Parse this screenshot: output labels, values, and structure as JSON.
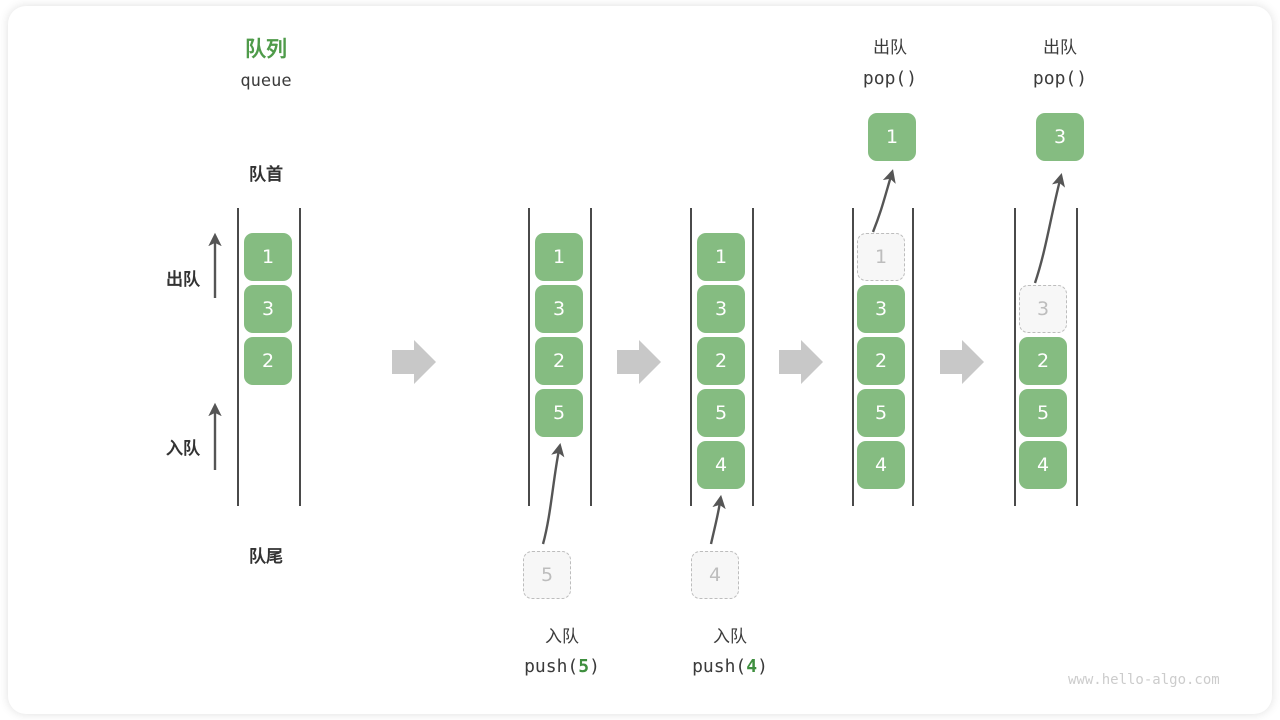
{
  "diagram": {
    "title_cn": "队列",
    "title_en": "queue",
    "front_label": "队首",
    "rear_label": "队尾",
    "dequeue_side_label": "出队",
    "enqueue_side_label": "入队",
    "accent_color": "#4f9b4a",
    "element_color": "#85bc81",
    "ghost_color": "#bdbdbd",
    "watermark": "www.hello-algo.com"
  },
  "columns": [
    {
      "id": "initial",
      "items": [
        "1",
        "3",
        "2"
      ],
      "ghost_index": -1,
      "top_label_cn": "",
      "top_label_code": "",
      "popped_value": "",
      "bottom_ghost": "",
      "bottom_label_cn": "",
      "bottom_label_code_prefix": "",
      "bottom_label_code_num": "",
      "bottom_label_code_suffix": ""
    },
    {
      "id": "push-5",
      "items": [
        "1",
        "3",
        "2",
        "5"
      ],
      "ghost_index": -1,
      "top_label_cn": "",
      "top_label_code": "",
      "popped_value": "",
      "bottom_ghost": "5",
      "bottom_label_cn": "入队",
      "bottom_label_code_prefix": "push(",
      "bottom_label_code_num": "5",
      "bottom_label_code_suffix": ")"
    },
    {
      "id": "push-4",
      "items": [
        "1",
        "3",
        "2",
        "5",
        "4"
      ],
      "ghost_index": -1,
      "top_label_cn": "",
      "top_label_code": "",
      "popped_value": "",
      "bottom_ghost": "4",
      "bottom_label_cn": "入队",
      "bottom_label_code_prefix": "push(",
      "bottom_label_code_num": "4",
      "bottom_label_code_suffix": ")"
    },
    {
      "id": "pop-1",
      "items": [
        "1",
        "3",
        "2",
        "5",
        "4"
      ],
      "ghost_index": 0,
      "top_label_cn": "出队",
      "top_label_code": "pop()",
      "popped_value": "1",
      "bottom_ghost": "",
      "bottom_label_cn": "",
      "bottom_label_code_prefix": "",
      "bottom_label_code_num": "",
      "bottom_label_code_suffix": ""
    },
    {
      "id": "pop-3",
      "items": [
        "3",
        "2",
        "5",
        "4"
      ],
      "ghost_index": 0,
      "top_label_cn": "出队",
      "top_label_code": "pop()",
      "popped_value": "3",
      "bottom_ghost": "",
      "bottom_label_cn": "",
      "bottom_label_code_prefix": "",
      "bottom_label_code_num": "",
      "bottom_label_code_suffix": ""
    }
  ]
}
